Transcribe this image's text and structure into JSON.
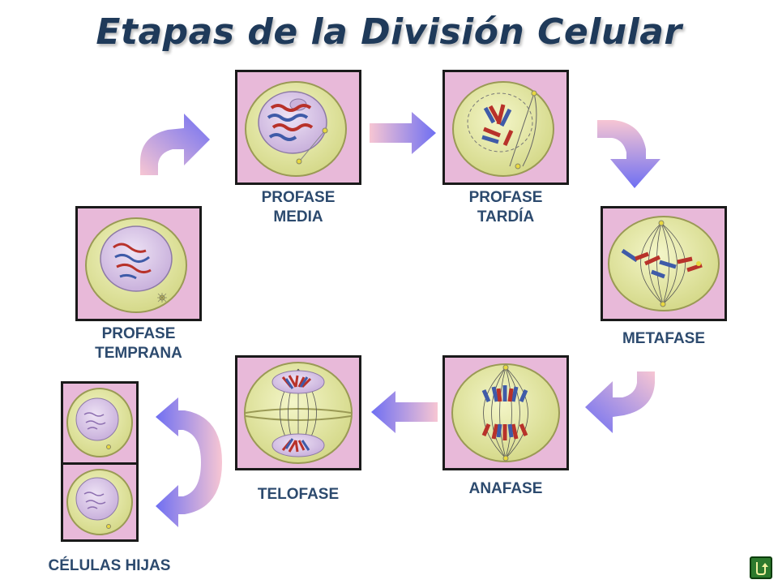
{
  "title": "Etapas de la División Celular",
  "stages": {
    "profase_temprana": "PROFASE\nTEMPRANA",
    "profase_media": "PROFASE\nMEDIA",
    "profase_tardia": "PROFASE\nTARDÍA",
    "metafase": "METAFASE",
    "anafase": "ANAFASE",
    "telofase": "TELOFASE",
    "celulas_hijas": "CÉLULAS HIJAS"
  },
  "colors": {
    "panel_bg": "#e8b9d9",
    "cell_fill": "#e8ecaa",
    "nucleus_fill": "#d9c6e8",
    "chrom_red": "#b8322a",
    "chrom_blue": "#3f5ba8",
    "label_text": "#2c4a6e",
    "title_text": "#1f3a5a",
    "arrow_start": "#f5c1d0",
    "arrow_end": "#7b7bf0"
  },
  "icons": {
    "return": "return-arrow-icon"
  }
}
